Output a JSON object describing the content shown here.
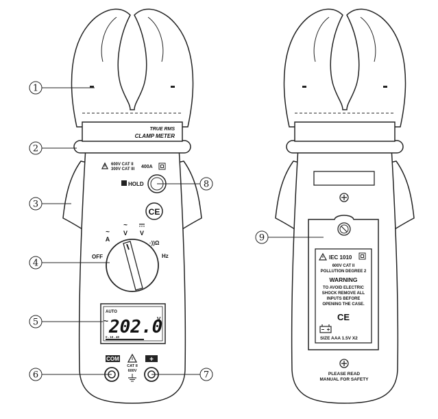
{
  "front": {
    "brand_line1": "TRUE RMS",
    "brand_line2": "CLAMP METER",
    "rating_line1": "600V CAT II",
    "rating_line2": "300V CAT III",
    "rating_current": "400A",
    "hold_label": "HOLD",
    "ce_mark": "CE",
    "dial": {
      "off": "OFF",
      "ac_amps": "A",
      "ac_volts": "V",
      "dc_volts": "V",
      "continuity_ohms": "·))Ω",
      "hz": "Hz"
    },
    "lcd": {
      "auto": "AUTO",
      "ac_symbol": "~",
      "reading": "202.0",
      "unit": "V",
      "scale": "0  .  10  .  40"
    },
    "com_label": "COM",
    "plus_label": "+",
    "jack_rating_line1": "CAT II",
    "jack_rating_line2": "600V"
  },
  "back": {
    "label": {
      "standard": "IEC 1010",
      "cat": "600V CAT II",
      "pollution": "POLLUTION DEGREE 2",
      "warning_title": "WARNING",
      "warning_line1": "TO AVOID ELECTRIC",
      "warning_line2": "SHOCK REMOVE ALL",
      "warning_line3": "INPUTS BEFORE",
      "warning_line4": "OPENING THE CASE.",
      "ce_mark": "CE",
      "battery_info": "SIZE AAA 1.5V X2"
    },
    "note_line1": "PLEASE READ",
    "note_line2": "MANUAL FOR SAFETY"
  },
  "callouts": [
    "1",
    "2",
    "3",
    "4",
    "5",
    "6",
    "7",
    "8",
    "9"
  ]
}
